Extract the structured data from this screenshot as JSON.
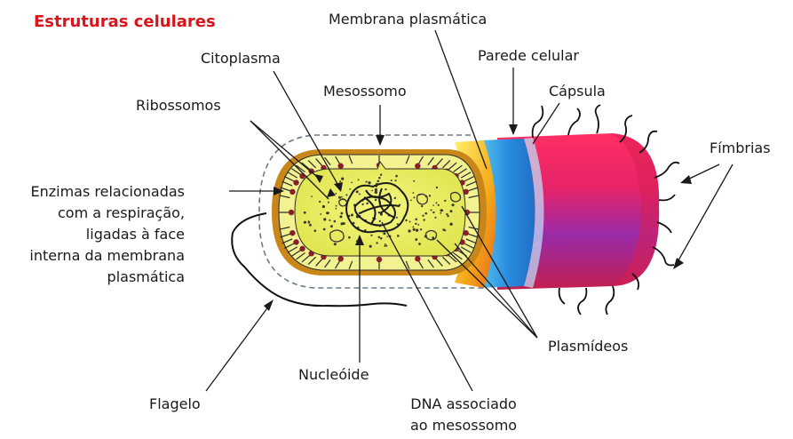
{
  "title": "Estruturas celulares",
  "labels": {
    "membrana": "Membrana plasmática",
    "citoplasma": "Citoplasma",
    "parede": "Parede celular",
    "mesossomo": "Mesossomo",
    "capsula": "Cápsula",
    "ribossomos": "Ribossomos",
    "fimbrias": "Fímbrias",
    "enzimas": [
      "Enzimas relacionadas",
      "com a respiração,",
      "ligadas à face",
      "interna da membrana",
      "plasmática"
    ],
    "plasmideos": "Plasmídeos",
    "nucleoide": "Nucleóide",
    "flagelo": "Flagelo",
    "dna": [
      "DNA associado",
      "ao mesossomo"
    ]
  },
  "colors": {
    "title": "#d9141b",
    "cytoplasm": "#e6ec5c",
    "inner_wall": "#c98a14",
    "ribosome": "#8a1f2a",
    "capsule": "#e8244f",
    "capsule_dark": "#8d2da6",
    "wall_blue": "#2f8fe0",
    "membrane_cross": "#f2b414"
  }
}
